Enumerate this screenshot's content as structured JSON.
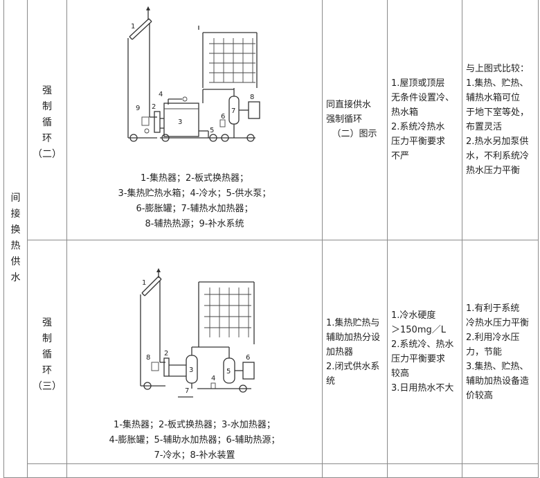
{
  "group_label": [
    "间",
    "接",
    "换",
    "热",
    "供",
    "水"
  ],
  "rows": [
    {
      "mode": [
        "强",
        "制",
        "循",
        "环",
        "（二）"
      ],
      "legend": [
        "1-集热器；2-板式换热器；",
        "3-集热贮热水箱；4-冷水；5-供水泵；",
        "6-膨胀罐；7-辅热水加热器；",
        "8-辅热热源；9-补水系统"
      ],
      "diagram_numbers": [
        "1",
        "2",
        "3",
        "4",
        "5",
        "6",
        "7",
        "8",
        "9"
      ],
      "system": [
        "同直接供水",
        "强制循环",
        "（二）图示"
      ],
      "conditions": [
        "1.屋顶或顶层",
        "无条件设置冷、",
        "热水箱",
        "2.系统冷热水",
        "压力平衡要求",
        "不严"
      ],
      "comparison": [
        "与上图式比较：",
        "1.集热、贮热、",
        "辅热水箱可位",
        "于地下室等处，",
        "布置灵活",
        "2.热水另加泵供",
        "水，不利系统冷",
        "热水压力平衡"
      ]
    },
    {
      "mode": [
        "强",
        "制",
        "循",
        "环",
        "（三）"
      ],
      "legend": [
        "1-集热器；2-板式换热器；3-水加热器；",
        "4-膨胀罐；5-辅助水加热器；6-辅助热源；",
        "7-冷水；8-补水装置"
      ],
      "diagram_numbers": [
        "1",
        "2",
        "3",
        "4",
        "5",
        "6",
        "7",
        "8"
      ],
      "system": [
        "1.集热贮热与",
        "辅助加热分设",
        "加热器",
        "2.闭式供水系",
        "统"
      ],
      "conditions": [
        "1.冷水硬度",
        "＞150mg／L",
        "2.系统冷、热水",
        "压力平衡要求",
        "较高",
        "3.日用热水不大"
      ],
      "comparison": [
        "1.有利于系统",
        "冷热水压力平衡",
        "2.利用冷水压",
        "力，节能",
        "3.集热、贮热、",
        "辅助加热设备造",
        "价较高"
      ]
    }
  ]
}
